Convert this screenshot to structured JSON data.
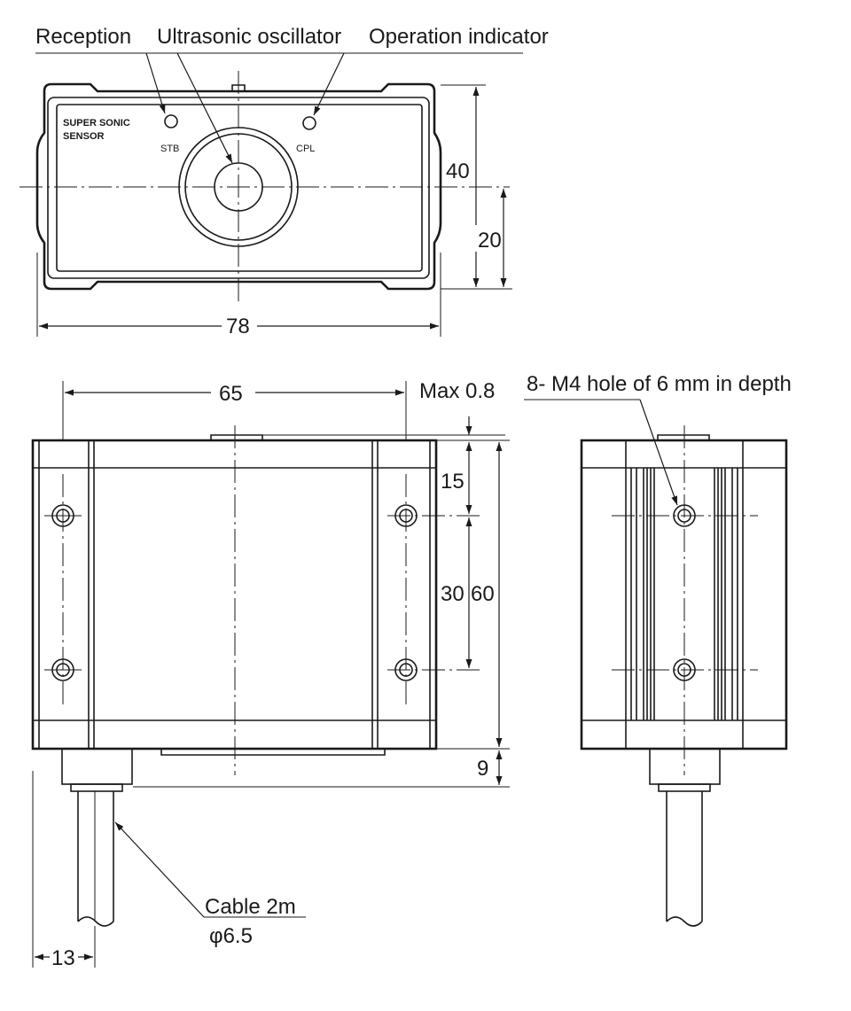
{
  "front_view": {
    "callouts": {
      "reception": "Reception",
      "oscillator": "Ultrasonic oscillator",
      "indicator": "Operation indicator"
    },
    "panel_text": {
      "line1": "SUPER SONIC",
      "line2": "SENSOR",
      "led_left": "STB",
      "led_right": "CPL"
    },
    "dimensions": {
      "height": "40",
      "center_height": "20",
      "width": "78"
    }
  },
  "side_view": {
    "dimensions": {
      "hole_spacing_x": "65",
      "max_protrusion": "Max 0.8",
      "top_to_hole": "15",
      "hole_spacing_y": "30",
      "body_height": "60",
      "base_height": "9",
      "cable_offset": "13"
    },
    "cable": {
      "label": "Cable 2m",
      "diameter": "φ6.5"
    }
  },
  "end_view": {
    "hole_note": "8- M4 hole of 6 mm in depth"
  }
}
